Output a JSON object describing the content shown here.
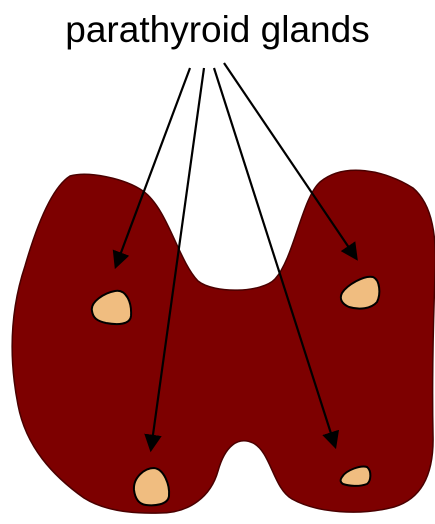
{
  "title": "parathyroid glands",
  "colors": {
    "thyroid_fill": "#7d0000",
    "thyroid_outline": "#4a0000",
    "gland_fill": "#f0bd80",
    "gland_outline": "#000000",
    "arrow": "#000000",
    "background": "#ffffff"
  },
  "shapes": {
    "thyroid": "thyroid-gland",
    "glands": [
      "upper-left-parathyroid",
      "upper-right-parathyroid",
      "lower-left-parathyroid",
      "lower-right-parathyroid"
    ],
    "arrows": [
      "arrow-to-upper-left",
      "arrow-to-lower-left",
      "arrow-to-lower-right",
      "arrow-to-upper-right"
    ]
  }
}
